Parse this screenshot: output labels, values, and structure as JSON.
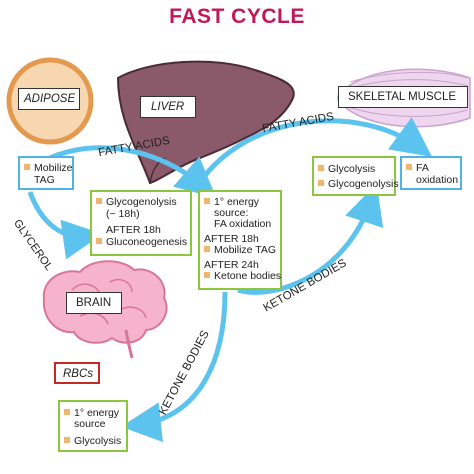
{
  "title": "FAST CYCLE",
  "organs": {
    "adipose": "ADIPOSE",
    "liver": "LIVER",
    "skeletal_muscle": "SKELETAL MUSCLE",
    "brain": "BRAIN",
    "rbcs": "RBCs"
  },
  "arrows": {
    "fatty_acids_liver": "FATTY ACIDS",
    "fatty_acids_muscle": "FATTY ACIDS",
    "glycerol": "GLYCEROL",
    "ketone_bodies_muscle": "KETONE BODIES",
    "ketone_bodies_brain": "KETONE BODIES"
  },
  "boxes": {
    "adipose": {
      "line1": "Mobilize",
      "line2": "TAG"
    },
    "liver_glucose": {
      "b1_line1": "Glycogenolysis",
      "b1_line2": "(~ 18h)",
      "after1": "AFTER 18h",
      "b2": "Gluconeogenesis"
    },
    "liver_energy": {
      "b1_line1": "1° energy",
      "b1_line2": "source:",
      "b1_line3": "FA oxidation",
      "after18": "AFTER 18h",
      "b2": "Mobilize TAG",
      "after24": "AFTER 24h",
      "b3": "Ketone bodies"
    },
    "muscle_glucose": {
      "b1": "Glycolysis",
      "b2": "Glycogenolysis"
    },
    "muscle_fa": {
      "line1": "FA",
      "line2": "oxidation"
    },
    "brain_rbc": {
      "b1_line1": "1° energy",
      "b1_line2": "source",
      "b2": "Glycolysis"
    }
  },
  "colors": {
    "title": "#c2185b",
    "arrow": "#5cc3ee",
    "box_blue": "#4fb3e8",
    "box_green": "#8cc63f",
    "adipose": "#f5c48c",
    "liver": "#8a5a6a",
    "muscle": "#e6c7e8",
    "brain": "#f4a8c4",
    "rbc_border": "#c62828",
    "bullet": "#f3b56b"
  }
}
